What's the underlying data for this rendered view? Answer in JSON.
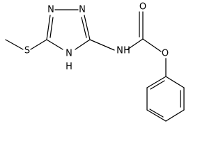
{
  "atoms": {
    "n1": "N",
    "n2": "N",
    "s": "S",
    "nh_ring": "N",
    "h_ring": "H",
    "nh_amide": "N",
    "h_amide": "H",
    "o_carbonyl": "O",
    "o_ester": "O"
  },
  "colors": {
    "bond": "#000000",
    "label": "#000000",
    "background": "#ffffff"
  }
}
